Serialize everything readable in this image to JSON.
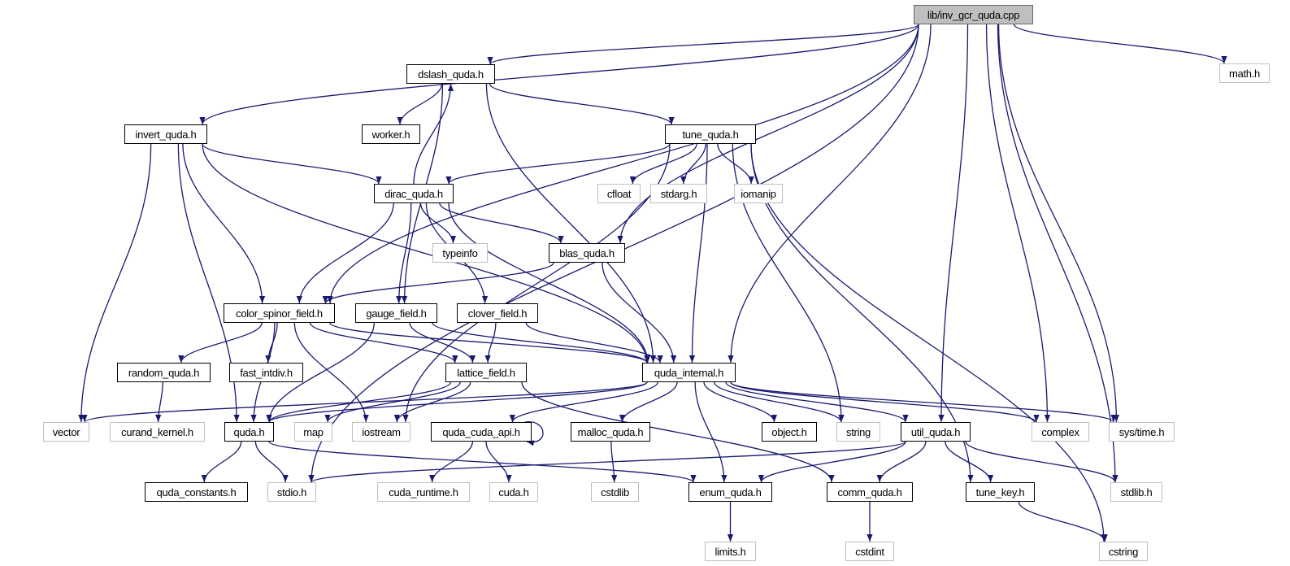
{
  "colors": {
    "edge": "#191970",
    "root_fill": "#bfbfbf",
    "external_border": "#bfbfbf",
    "documented_border": "#000000"
  },
  "nodes": [
    {
      "id": "root",
      "label": "lib/inv_gcr_quda.cpp",
      "kind": "root"
    },
    {
      "id": "math",
      "label": "math.h",
      "kind": "external"
    },
    {
      "id": "dslash",
      "label": "dslash_quda.h",
      "kind": "documented"
    },
    {
      "id": "invert",
      "label": "invert_quda.h",
      "kind": "documented"
    },
    {
      "id": "worker",
      "label": "worker.h",
      "kind": "documented"
    },
    {
      "id": "tune",
      "label": "tune_quda.h",
      "kind": "documented"
    },
    {
      "id": "dirac",
      "label": "dirac_quda.h",
      "kind": "documented"
    },
    {
      "id": "cfloat",
      "label": "cfloat",
      "kind": "external"
    },
    {
      "id": "stdarg",
      "label": "stdarg.h",
      "kind": "external"
    },
    {
      "id": "iomanip",
      "label": "iomanip",
      "kind": "external"
    },
    {
      "id": "typeinfo",
      "label": "typeinfo",
      "kind": "external"
    },
    {
      "id": "blas",
      "label": "blas_quda.h",
      "kind": "documented"
    },
    {
      "id": "csf",
      "label": "color_spinor_field.h",
      "kind": "documented"
    },
    {
      "id": "gauge",
      "label": "gauge_field.h",
      "kind": "documented"
    },
    {
      "id": "clover",
      "label": "clover_field.h",
      "kind": "documented"
    },
    {
      "id": "random",
      "label": "random_quda.h",
      "kind": "documented"
    },
    {
      "id": "fastdiv",
      "label": "fast_intdiv.h",
      "kind": "documented"
    },
    {
      "id": "lattice",
      "label": "lattice_field.h",
      "kind": "documented"
    },
    {
      "id": "internal",
      "label": "quda_internal.h",
      "kind": "documented"
    },
    {
      "id": "vector",
      "label": "vector",
      "kind": "external"
    },
    {
      "id": "curand",
      "label": "curand_kernel.h",
      "kind": "external"
    },
    {
      "id": "quda",
      "label": "quda.h",
      "kind": "documented"
    },
    {
      "id": "map",
      "label": "map",
      "kind": "external"
    },
    {
      "id": "iostream",
      "label": "iostream",
      "kind": "external"
    },
    {
      "id": "cudaapi",
      "label": "quda_cuda_api.h",
      "kind": "documented"
    },
    {
      "id": "malloc",
      "label": "malloc_quda.h",
      "kind": "documented"
    },
    {
      "id": "object",
      "label": "object.h",
      "kind": "documented"
    },
    {
      "id": "string",
      "label": "string",
      "kind": "external"
    },
    {
      "id": "util",
      "label": "util_quda.h",
      "kind": "documented"
    },
    {
      "id": "complex",
      "label": "complex",
      "kind": "external"
    },
    {
      "id": "systime",
      "label": "sys/time.h",
      "kind": "external"
    },
    {
      "id": "constants",
      "label": "quda_constants.h",
      "kind": "documented"
    },
    {
      "id": "stdio",
      "label": "stdio.h",
      "kind": "external"
    },
    {
      "id": "cudart",
      "label": "cuda_runtime.h",
      "kind": "external"
    },
    {
      "id": "cuda",
      "label": "cuda.h",
      "kind": "external"
    },
    {
      "id": "cstdlib",
      "label": "cstdlib",
      "kind": "external"
    },
    {
      "id": "enum",
      "label": "enum_quda.h",
      "kind": "documented"
    },
    {
      "id": "comm",
      "label": "comm_quda.h",
      "kind": "documented"
    },
    {
      "id": "tunekey",
      "label": "tune_key.h",
      "kind": "documented"
    },
    {
      "id": "stdlib",
      "label": "stdlib.h",
      "kind": "external"
    },
    {
      "id": "limits",
      "label": "limits.h",
      "kind": "external"
    },
    {
      "id": "cstdint",
      "label": "cstdint",
      "kind": "external"
    },
    {
      "id": "cstring",
      "label": "cstring",
      "kind": "external"
    }
  ],
  "edges": [
    [
      "root",
      "math"
    ],
    [
      "root",
      "dslash"
    ],
    [
      "root",
      "invert"
    ],
    [
      "root",
      "csf"
    ],
    [
      "root",
      "blas"
    ],
    [
      "root",
      "internal"
    ],
    [
      "root",
      "util"
    ],
    [
      "root",
      "complex"
    ],
    [
      "root",
      "systime"
    ],
    [
      "root",
      "stdlib"
    ],
    [
      "root",
      "stdio"
    ],
    [
      "dslash",
      "worker"
    ],
    [
      "dslash",
      "tune"
    ],
    [
      "dslash",
      "internal"
    ],
    [
      "dslash",
      "gauge"
    ],
    [
      "invert",
      "vector"
    ],
    [
      "invert",
      "quda"
    ],
    [
      "invert",
      "csf"
    ],
    [
      "invert",
      "dirac"
    ],
    [
      "invert",
      "internal"
    ],
    [
      "tune",
      "dirac"
    ],
    [
      "tune",
      "cfloat"
    ],
    [
      "tune",
      "stdarg"
    ],
    [
      "tune",
      "iomanip"
    ],
    [
      "tune",
      "internal"
    ],
    [
      "tune",
      "string"
    ],
    [
      "tune",
      "tunekey"
    ],
    [
      "tune",
      "cstring"
    ],
    [
      "tune",
      "iostream"
    ],
    [
      "dirac",
      "dslash"
    ],
    [
      "dirac",
      "typeinfo"
    ],
    [
      "dirac",
      "blas"
    ],
    [
      "dirac",
      "csf"
    ],
    [
      "dirac",
      "gauge"
    ],
    [
      "dirac",
      "clover"
    ],
    [
      "dirac",
      "internal"
    ],
    [
      "blas",
      "csf"
    ],
    [
      "blas",
      "internal"
    ],
    [
      "csf",
      "random"
    ],
    [
      "csf",
      "fastdiv"
    ],
    [
      "csf",
      "quda"
    ],
    [
      "csf",
      "iostream"
    ],
    [
      "csf",
      "lattice"
    ],
    [
      "csf",
      "internal"
    ],
    [
      "gauge",
      "quda"
    ],
    [
      "gauge",
      "lattice"
    ],
    [
      "gauge",
      "internal"
    ],
    [
      "clover",
      "lattice"
    ],
    [
      "clover",
      "internal"
    ],
    [
      "random",
      "curand"
    ],
    [
      "lattice",
      "quda"
    ],
    [
      "lattice",
      "map"
    ],
    [
      "lattice",
      "iostream"
    ],
    [
      "lattice",
      "comm"
    ],
    [
      "internal",
      "vector"
    ],
    [
      "internal",
      "quda"
    ],
    [
      "internal",
      "cudaapi"
    ],
    [
      "internal",
      "malloc"
    ],
    [
      "internal",
      "object"
    ],
    [
      "internal",
      "string"
    ],
    [
      "internal",
      "util"
    ],
    [
      "internal",
      "complex"
    ],
    [
      "internal",
      "systime"
    ],
    [
      "internal",
      "enum"
    ],
    [
      "quda",
      "constants"
    ],
    [
      "quda",
      "stdio"
    ],
    [
      "quda",
      "enum"
    ],
    [
      "cudaapi",
      "cudaapi"
    ],
    [
      "cudaapi",
      "cudart"
    ],
    [
      "cudaapi",
      "cuda"
    ],
    [
      "malloc",
      "cstdlib"
    ],
    [
      "util",
      "stdio"
    ],
    [
      "util",
      "enum"
    ],
    [
      "util",
      "comm"
    ],
    [
      "util",
      "tunekey"
    ],
    [
      "util",
      "stdlib"
    ],
    [
      "enum",
      "limits"
    ],
    [
      "comm",
      "cstdint"
    ],
    [
      "tunekey",
      "cstring"
    ]
  ]
}
